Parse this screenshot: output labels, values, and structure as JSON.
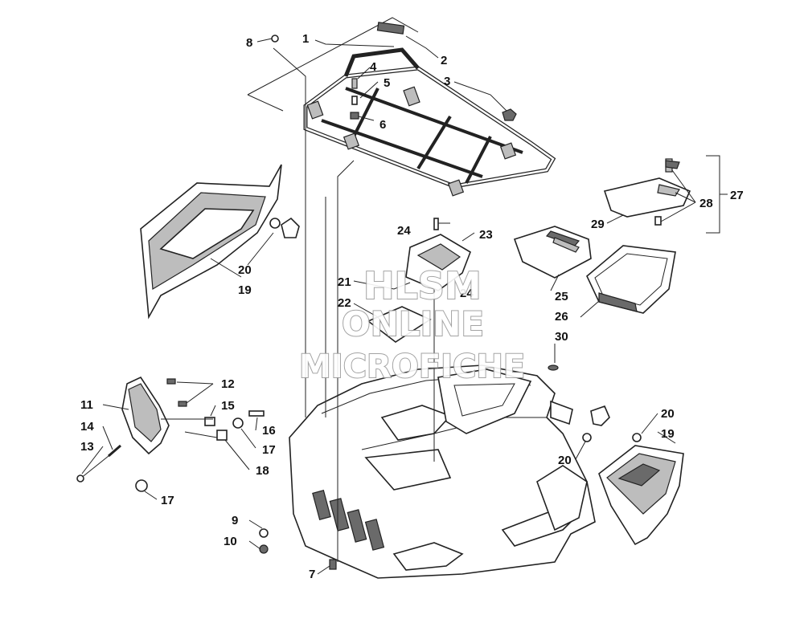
{
  "callouts": [
    {
      "id": "c1",
      "text": "1"
    },
    {
      "id": "c2",
      "text": "2"
    },
    {
      "id": "c3",
      "text": "3"
    },
    {
      "id": "c4",
      "text": "4"
    },
    {
      "id": "c5",
      "text": "5"
    },
    {
      "id": "c6",
      "text": "6"
    },
    {
      "id": "c7",
      "text": "7"
    },
    {
      "id": "c8",
      "text": "8"
    },
    {
      "id": "c9",
      "text": "9"
    },
    {
      "id": "c10",
      "text": "10"
    },
    {
      "id": "c11",
      "text": "11"
    },
    {
      "id": "c12",
      "text": "12"
    },
    {
      "id": "c13",
      "text": "13"
    },
    {
      "id": "c14",
      "text": "14"
    },
    {
      "id": "c15",
      "text": "15"
    },
    {
      "id": "c16",
      "text": "16"
    },
    {
      "id": "c17a",
      "text": "17"
    },
    {
      "id": "c17b",
      "text": "17"
    },
    {
      "id": "c18",
      "text": "18"
    },
    {
      "id": "c19a",
      "text": "19"
    },
    {
      "id": "c19b",
      "text": "19"
    },
    {
      "id": "c20a",
      "text": "20"
    },
    {
      "id": "c20b",
      "text": "20"
    },
    {
      "id": "c20c",
      "text": "20"
    },
    {
      "id": "c21",
      "text": "21"
    },
    {
      "id": "c22",
      "text": "22"
    },
    {
      "id": "c23",
      "text": "23"
    },
    {
      "id": "c24a",
      "text": "24"
    },
    {
      "id": "c24b",
      "text": "24"
    },
    {
      "id": "c25",
      "text": "25"
    },
    {
      "id": "c26",
      "text": "26"
    },
    {
      "id": "c27",
      "text": "27"
    },
    {
      "id": "c28",
      "text": "28"
    },
    {
      "id": "c29",
      "text": "29"
    },
    {
      "id": "c30",
      "text": "30"
    }
  ],
  "watermark": {
    "line1": "HLSM",
    "line2": "ONLINE",
    "line3": "MICROFICHE"
  }
}
